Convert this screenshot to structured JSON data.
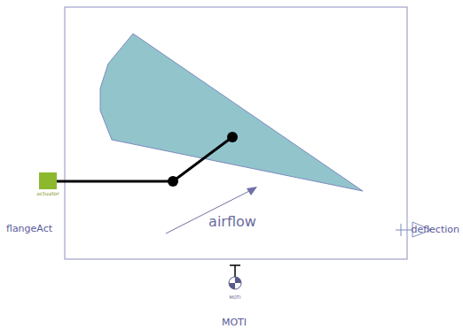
{
  "diagram": {
    "labels": [
      "actuator",
      "flangeAct",
      "airflow",
      "deflection",
      "MOTI",
      "MOTI"
    ]
  }
}
